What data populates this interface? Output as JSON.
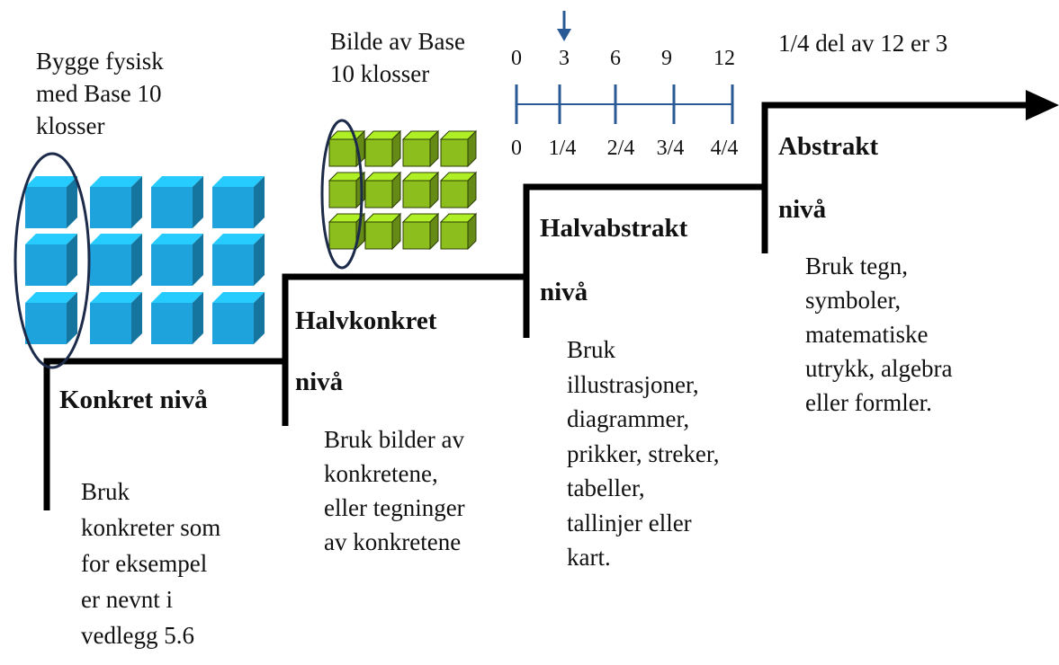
{
  "annotations": {
    "physical": "Bygge fysisk\nmed Base 10\nklosser",
    "picture": "Bilde av Base\n10 klosser",
    "abstract_example": "1/4 del av 12 er 3"
  },
  "levels": [
    {
      "title": "Konkret nivå",
      "description": "Bruk\nkonkreter som\nfor eksempel\ner nevnt i\nvedlegg 5.6"
    },
    {
      "title": "Halvkonkret",
      "suffix": "nivå",
      "description": "Bruk bilder av\nkonkretene,\neller tegninger\nav konkretene"
    },
    {
      "title": "Halvabstrakt",
      "suffix": "nivå",
      "description": "Bruk\nillustrasjoner,\ndiagrammer,\nprikker, streker,\ntabeller,\ntallinjer eller\nkart."
    },
    {
      "title": "Abstrakt",
      "suffix": "nivå",
      "description": "Bruk tegn,\nsymboler,\nmatematiske\nutrykk, algebra\neller formler."
    }
  ],
  "number_line": {
    "top_labels": [
      "0",
      "3",
      "6",
      "9",
      "12"
    ],
    "bottom_labels": [
      "0",
      "1/4",
      "2/4",
      "3/4",
      "4/4"
    ],
    "highlighted_value": "3"
  },
  "colors": {
    "blue_cube": "#1fa3dd",
    "green_cube": "#8cbf1e",
    "ellipse": "#1c2b4a",
    "number_line": "#2a5a96",
    "staircase": "#000000"
  }
}
